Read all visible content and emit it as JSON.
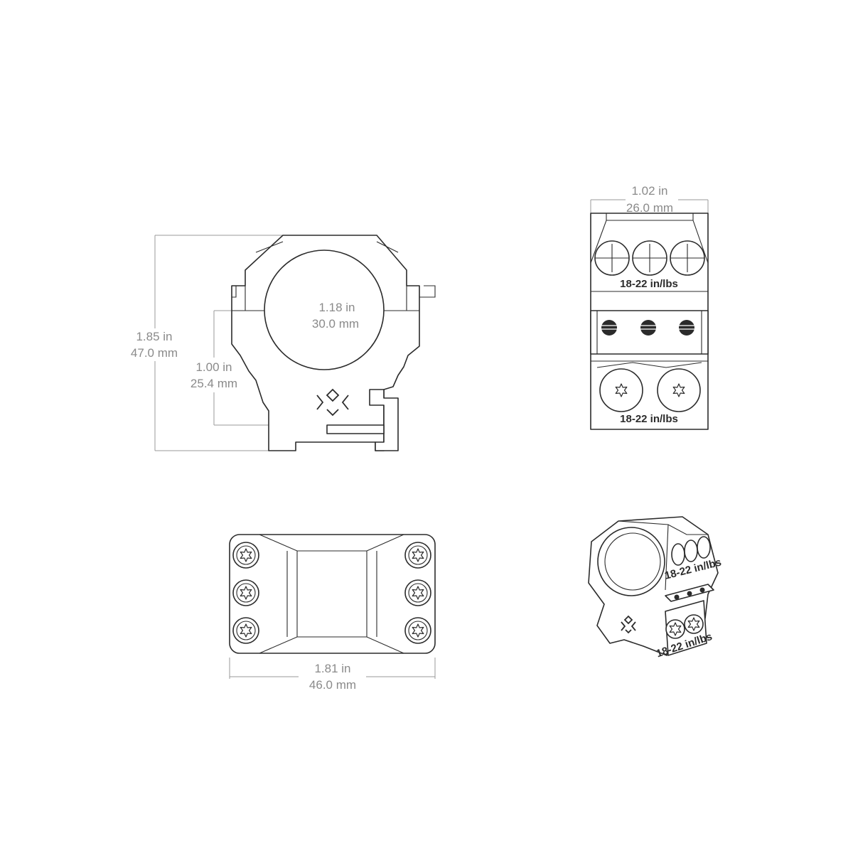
{
  "front_view": {
    "height_in": "1.85 in",
    "height_mm": "47.0 mm",
    "center_height_in": "1.00 in",
    "center_height_mm": "25.4 mm",
    "ring_diameter_in": "1.18 in",
    "ring_diameter_mm": "30.0 mm"
  },
  "side_view": {
    "width_in": "1.02 in",
    "width_mm": "26.0 mm",
    "torque_top": "18-22 in/lbs",
    "torque_bottom": "18-22 in/lbs"
  },
  "top_view": {
    "length_in": "1.81 in",
    "length_mm": "46.0 mm"
  },
  "iso_view": {
    "torque_top": "18-22 in/lbs",
    "torque_bottom": "18-22 in/lbs"
  }
}
